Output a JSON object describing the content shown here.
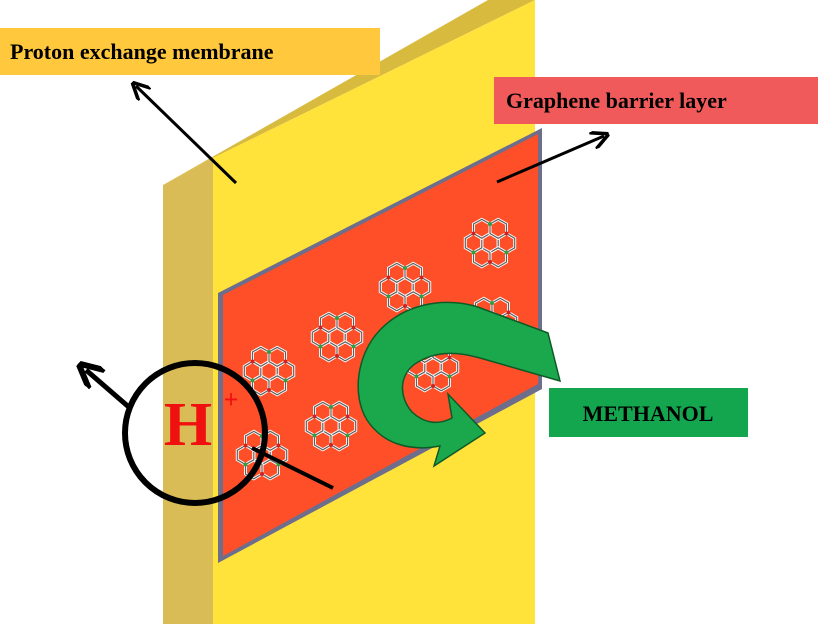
{
  "labels": {
    "membrane": "Proton exchange membrane",
    "barrier": "Graphene barrier layer",
    "methanol": "METHANOL",
    "proton_symbol": "H",
    "proton_charge": "+"
  },
  "colors": {
    "membrane_label_bg": "#FFC83D",
    "barrier_label_bg": "#F05A5A",
    "methanol_label_bg": "#13A64F",
    "membrane_face": "#FFE23A",
    "membrane_top": "#D8BB3E",
    "membrane_side": "#D9BC55",
    "graphene_layer": "#FF4F28",
    "graphene_layer_edge": "#6D6D8C",
    "methanol_arrow": "#1BA84C",
    "proton_text": "#F01010",
    "lattice_stroke": "#606060",
    "lattice_highlight": "#FFFFFF"
  },
  "icons": {
    "membrane_pointer": "arrow-icon",
    "barrier_pointer": "arrow-icon",
    "proton_escape": "arrow-icon",
    "methanol_reflection": "u-turn-arrow-icon",
    "graphene": "hexagon-lattice-icon"
  }
}
